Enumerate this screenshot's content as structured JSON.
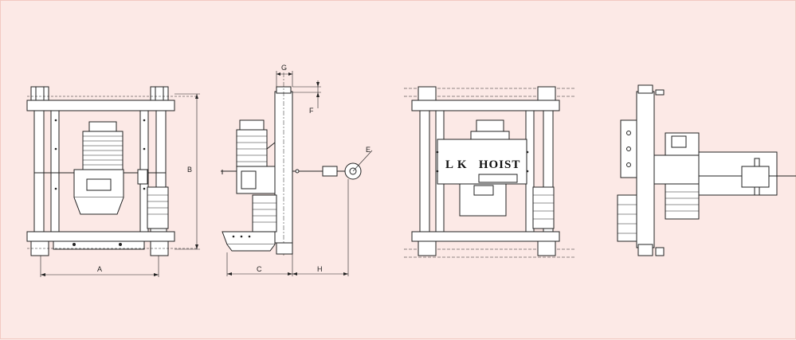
{
  "labels": {
    "dim_a": "A",
    "dim_b": "B",
    "dim_c": "C",
    "dim_e": "E",
    "dim_f": "F",
    "dim_g": "G",
    "dim_h": "H",
    "brand_plate": "L K   HOIST"
  },
  "colors": {
    "background": "#fce9e6",
    "line": "#222222",
    "fill": "#ffffff"
  }
}
